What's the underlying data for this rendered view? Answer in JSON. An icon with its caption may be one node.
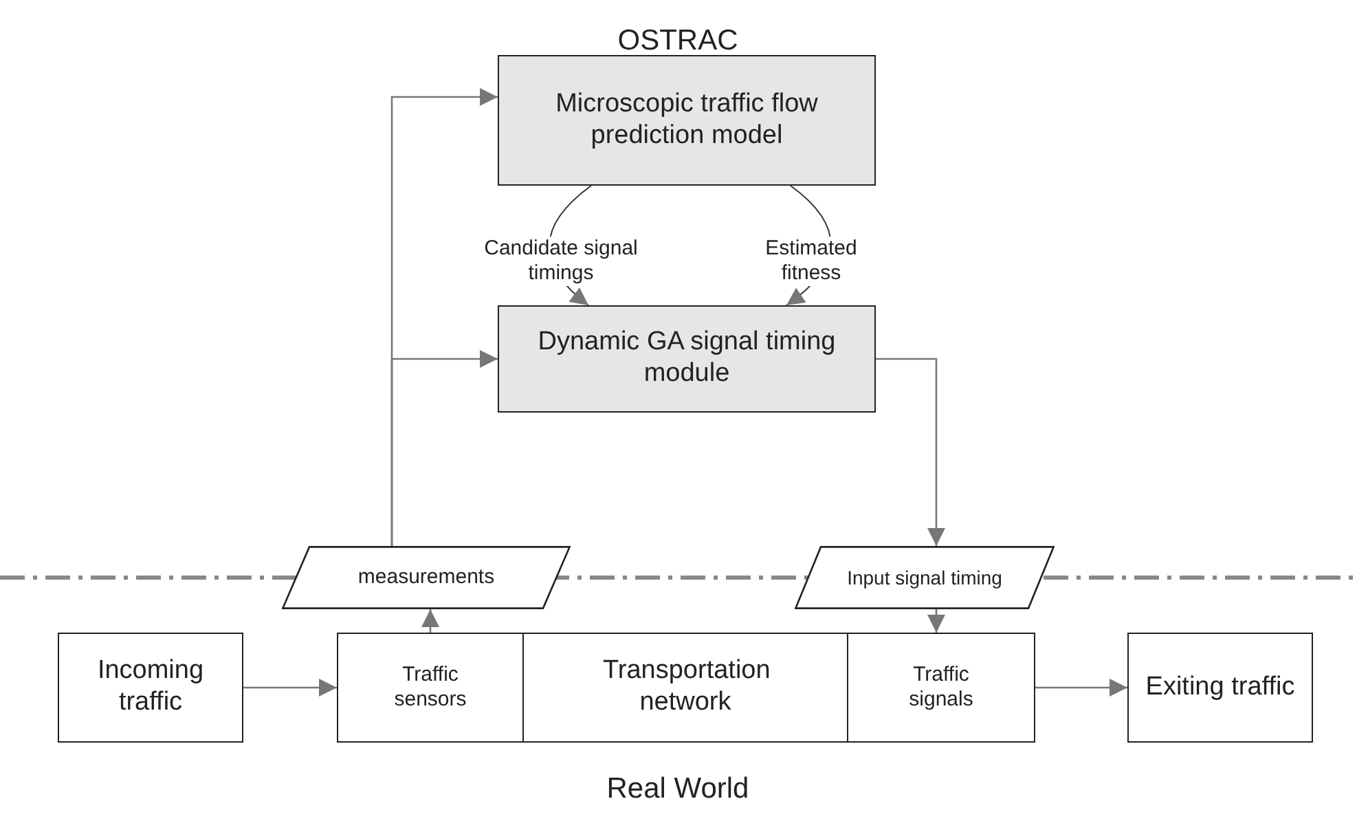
{
  "diagram": {
    "nodes": [
      {
        "text": [
          "Microscopic traffic flow prediction model"
        ]
      },
      {
        "text": [
          "Dynamic GA signal timing module"
        ]
      },
      {
        "text": [
          "measurements"
        ]
      },
      {
        "text": [
          "Input signal timing"
        ]
      },
      {
        "text": [
          "Incoming traffic"
        ]
      },
      {
        "text": [
          "Traffic sensors"
        ]
      },
      {
        "text": [
          "Transportation network"
        ]
      },
      {
        "text": [
          "Traffic signals"
        ]
      },
      {
        "text": [
          "Exiting traffic"
        ]
      }
    ],
    "edges": [
      {
        "from": 4,
        "to": 5,
        "arrow": "to"
      },
      {
        "from": 5,
        "to": 2,
        "arrow": "to"
      },
      {
        "from": 2,
        "to": 0,
        "arrow": "to"
      },
      {
        "from": 2,
        "to": 1,
        "arrow": "to"
      },
      {
        "from": 0,
        "to": 1,
        "arrow": "to",
        "label": "Candidate signal timings"
      },
      {
        "from": 0,
        "to": 1,
        "arrow": "to",
        "label": "Estimated fitness"
      },
      {
        "from": 1,
        "to": 3,
        "arrow": "to"
      },
      {
        "from": 3,
        "to": 7,
        "arrow": "to"
      },
      {
        "from": 7,
        "to": 8,
        "arrow": "to"
      }
    ],
    "labels": [
      "OSTRAC",
      "Real World"
    ]
  }
}
